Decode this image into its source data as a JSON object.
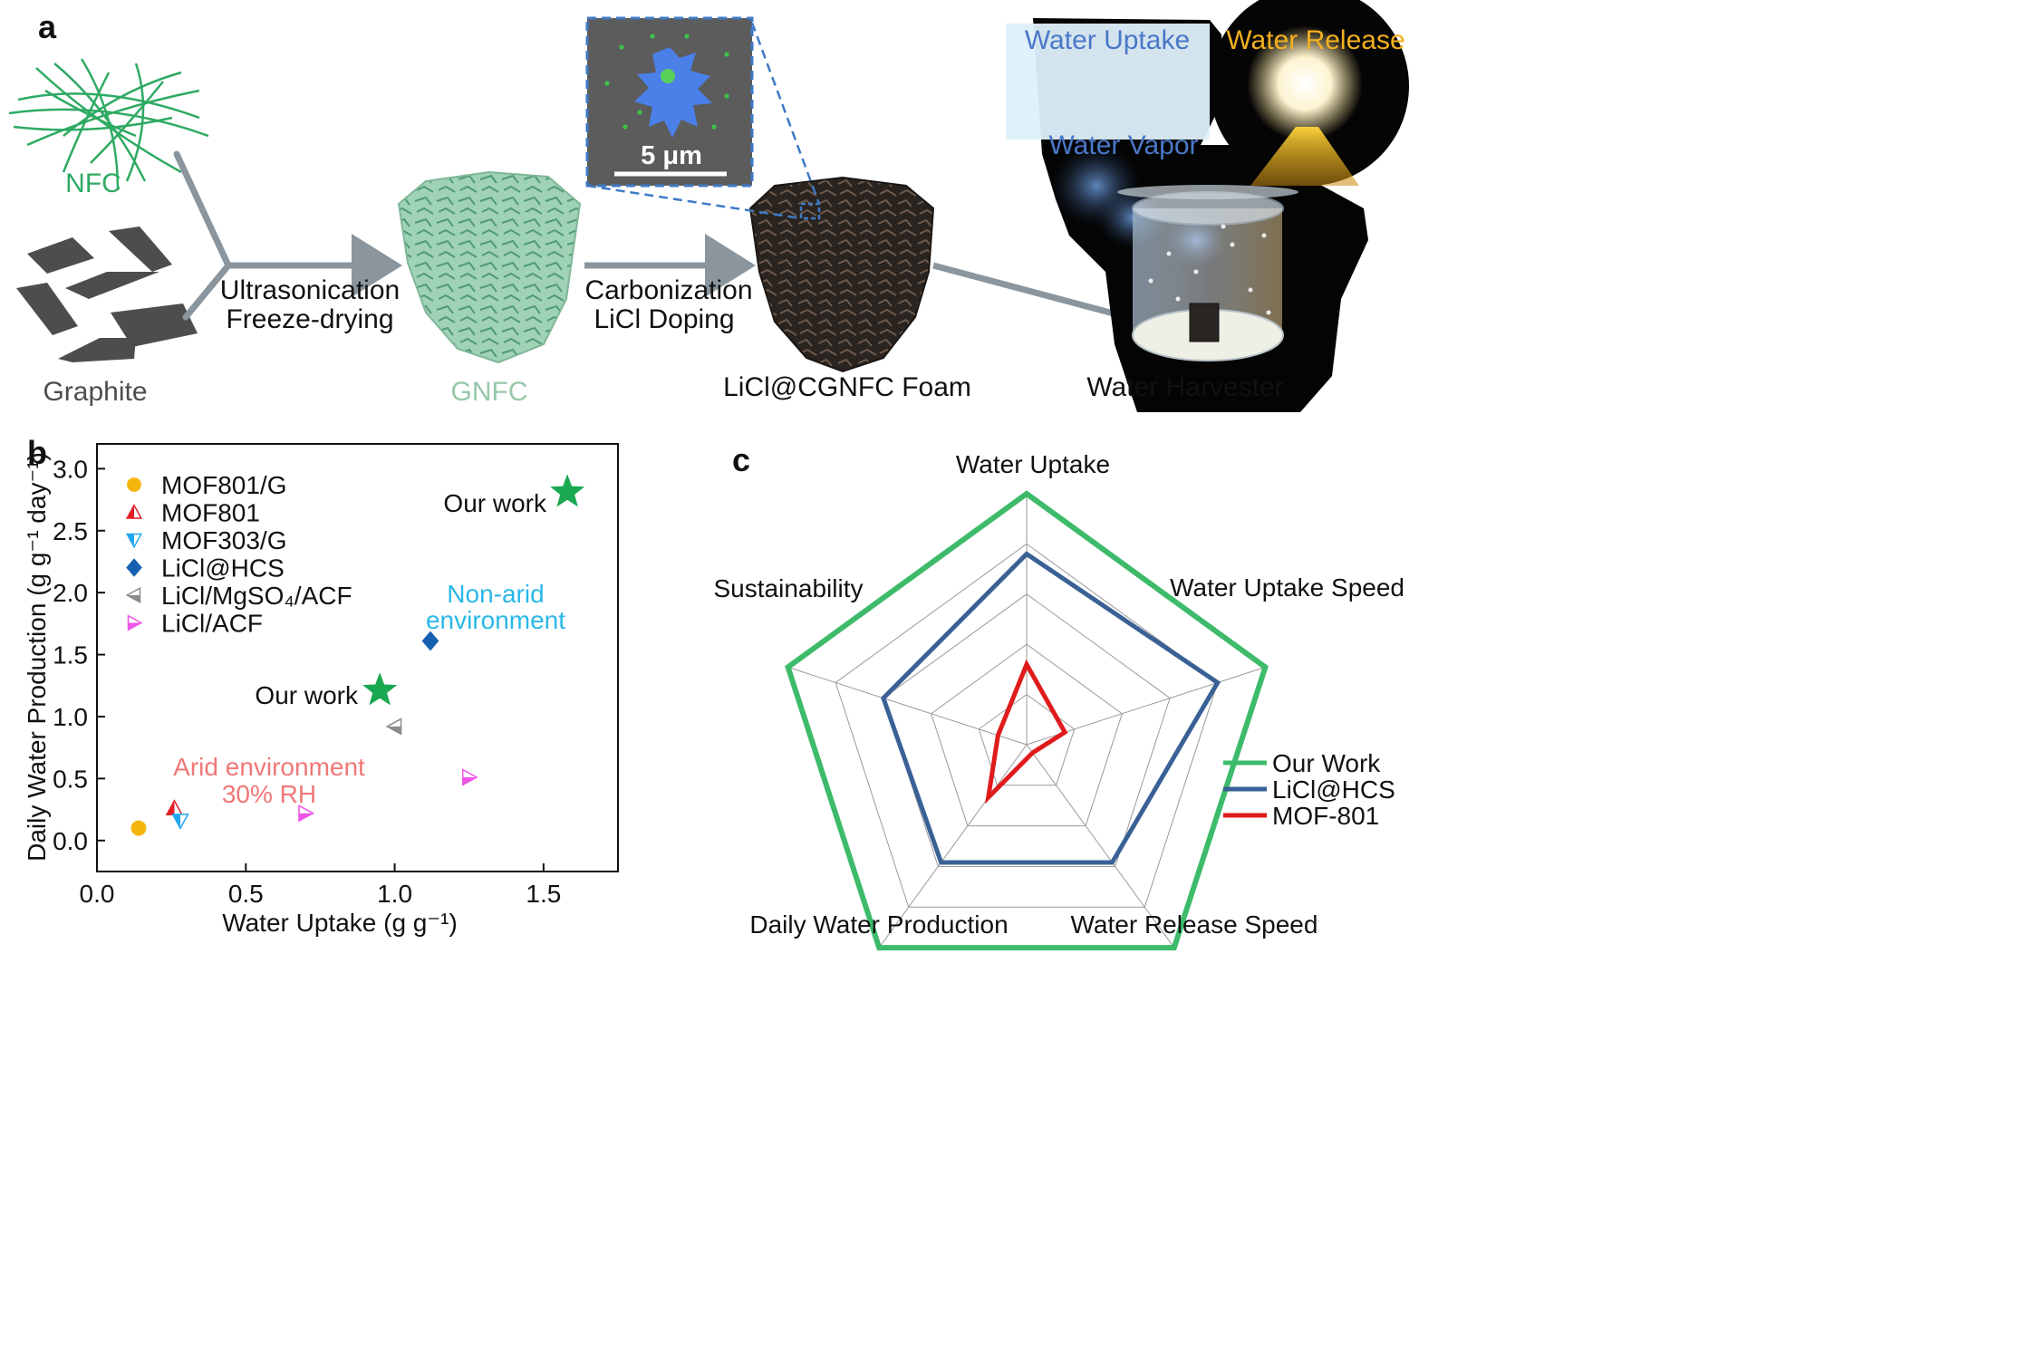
{
  "panels": {
    "a": "a",
    "b": "b",
    "c": "c"
  },
  "panel_a": {
    "nfc_label": "NFC",
    "graphite_label": "Graphite",
    "step1_line1": "Ultrasonication",
    "step1_line2": "Freeze-drying",
    "gnfc_label": "GNFC",
    "step2_line1": "Carbonization",
    "step2_line2": "LiCl Doping",
    "foam_label": "LiCl@CGNFC Foam",
    "harvester_label": "Water Harvester",
    "scale_bar": "5 μm",
    "water_uptake": "Water Uptake",
    "water_release": "Water Release",
    "water_vapor": "Water Vapor",
    "colors": {
      "nfc": "#2faa63",
      "gnfc": "#96c8a8",
      "arrow": "#8a959d",
      "uptake": "#4a78c8",
      "release": "#f5b01e"
    }
  },
  "chart_data": [
    {
      "type": "scatter",
      "panel": "b",
      "xlabel": "Water Uptake (g g⁻¹)",
      "ylabel": "Daily Water Production (g g⁻¹ day⁻¹)",
      "xlim": [
        0.0,
        1.75
      ],
      "ylim": [
        -0.25,
        3.2
      ],
      "xticks": [
        "0.0",
        "0.5",
        "1.0",
        "1.5"
      ],
      "xtick_values": [
        0.0,
        0.5,
        1.0,
        1.5
      ],
      "yticks": [
        "0.0",
        "0.5",
        "1.0",
        "1.5",
        "2.0",
        "2.5",
        "3.0"
      ],
      "ytick_values": [
        0.0,
        0.5,
        1.0,
        1.5,
        2.0,
        2.5,
        3.0
      ],
      "legend_position": "top-left",
      "series": [
        {
          "name": "MOF801/G",
          "marker": "circle",
          "color": "#f5b50f",
          "points": [
            [
              0.14,
              0.1
            ]
          ]
        },
        {
          "name": "MOF801",
          "marker": "triangle-up-half",
          "color": "#e41e25",
          "points": [
            [
              0.26,
              0.26
            ]
          ]
        },
        {
          "name": "MOF303/G",
          "marker": "triangle-down-half",
          "color": "#20a8f0",
          "points": [
            [
              0.28,
              0.16
            ]
          ]
        },
        {
          "name": "LiCl@HCS",
          "marker": "diamond",
          "color": "#1760b0",
          "points": [
            [
              1.12,
              1.61
            ]
          ]
        },
        {
          "name": "LiCl/MgSO₄/ACF",
          "marker": "triangle-left-half",
          "color": "#8c8c8c",
          "points": [
            [
              1.0,
              0.92
            ]
          ]
        },
        {
          "name": "LiCl/ACF",
          "marker": "triangle-right-half",
          "color": "#ee55e8",
          "points": [
            [
              0.7,
              0.22
            ],
            [
              1.25,
              0.51
            ]
          ]
        },
        {
          "name": "Our work",
          "marker": "star",
          "color": "#1aa850",
          "points": [
            [
              0.95,
              1.21
            ],
            [
              1.58,
              2.81
            ]
          ]
        }
      ],
      "annotations": {
        "our_work_high": "Our work",
        "our_work_low": "Our work",
        "nonarid_line1": "Non-arid",
        "nonarid_line2": "environment",
        "arid_line1": "Arid environment",
        "arid_line2": "30% RH"
      },
      "annotation_colors": {
        "nonarid": "#29b8e8",
        "arid": "#f07878"
      }
    },
    {
      "type": "radar",
      "panel": "c",
      "axes": [
        "Water Uptake",
        "Water Uptake Speed",
        "Water Release Speed",
        "Daily Water Production",
        "Sustainability"
      ],
      "max": 1.0,
      "rings": 5,
      "legend_position": "right",
      "series": [
        {
          "name": "Our Work",
          "color": "#3dbb6a",
          "values": [
            1.0,
            1.0,
            1.0,
            1.0,
            1.0
          ]
        },
        {
          "name": "LiCl@HCS",
          "color": "#3a6196",
          "values": [
            0.76,
            0.8,
            0.58,
            0.58,
            0.6
          ]
        },
        {
          "name": "MOF-801",
          "color": "#e01b1b",
          "values": [
            0.32,
            0.16,
            0.04,
            0.26,
            0.12
          ]
        }
      ]
    }
  ]
}
